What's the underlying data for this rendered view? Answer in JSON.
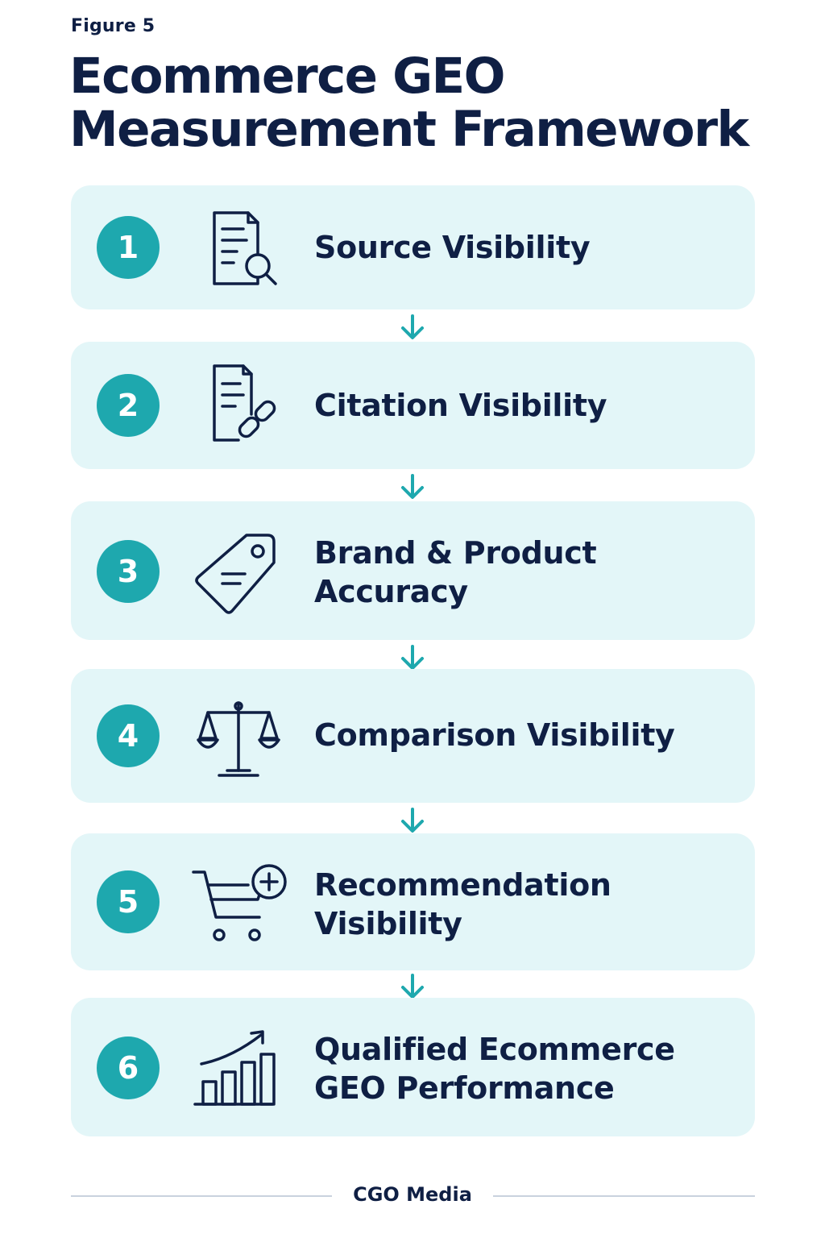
{
  "figure_label": "Figure 5",
  "title_line1": "Ecommerce GEO",
  "title_line2": "Measurement Framework",
  "steps": [
    {
      "number": "1",
      "label": "Source Visibility",
      "icon": "document-search-icon"
    },
    {
      "number": "2",
      "label": "Citation Visibility",
      "icon": "document-link-icon"
    },
    {
      "number": "3",
      "label": "Brand & Product Accuracy",
      "icon": "price-tag-icon"
    },
    {
      "number": "4",
      "label": "Comparison Visibility",
      "icon": "balance-scale-icon"
    },
    {
      "number": "5",
      "label": "Recommendation Visibility",
      "icon": "cart-plus-icon"
    },
    {
      "number": "6",
      "label": "Qualified Ecommerce GEO Performance",
      "icon": "growth-chart-icon"
    }
  ],
  "footer": "CGO Media",
  "colors": {
    "accent": "#1ea8ae",
    "card_background": "#e3f6f8",
    "text": "#0f1f44"
  }
}
